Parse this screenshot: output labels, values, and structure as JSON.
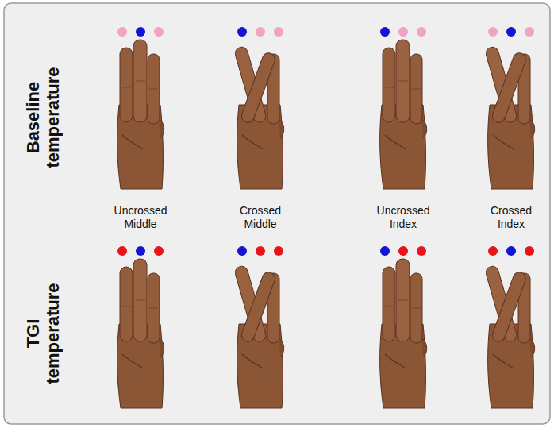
{
  "diagram": {
    "labels": [
      "Baseline temperature",
      "Uncrossed Middle",
      "Crossed Middle",
      "Uncrossed Index",
      "Crossed Index",
      "TGI temperature"
    ]
  }
}
